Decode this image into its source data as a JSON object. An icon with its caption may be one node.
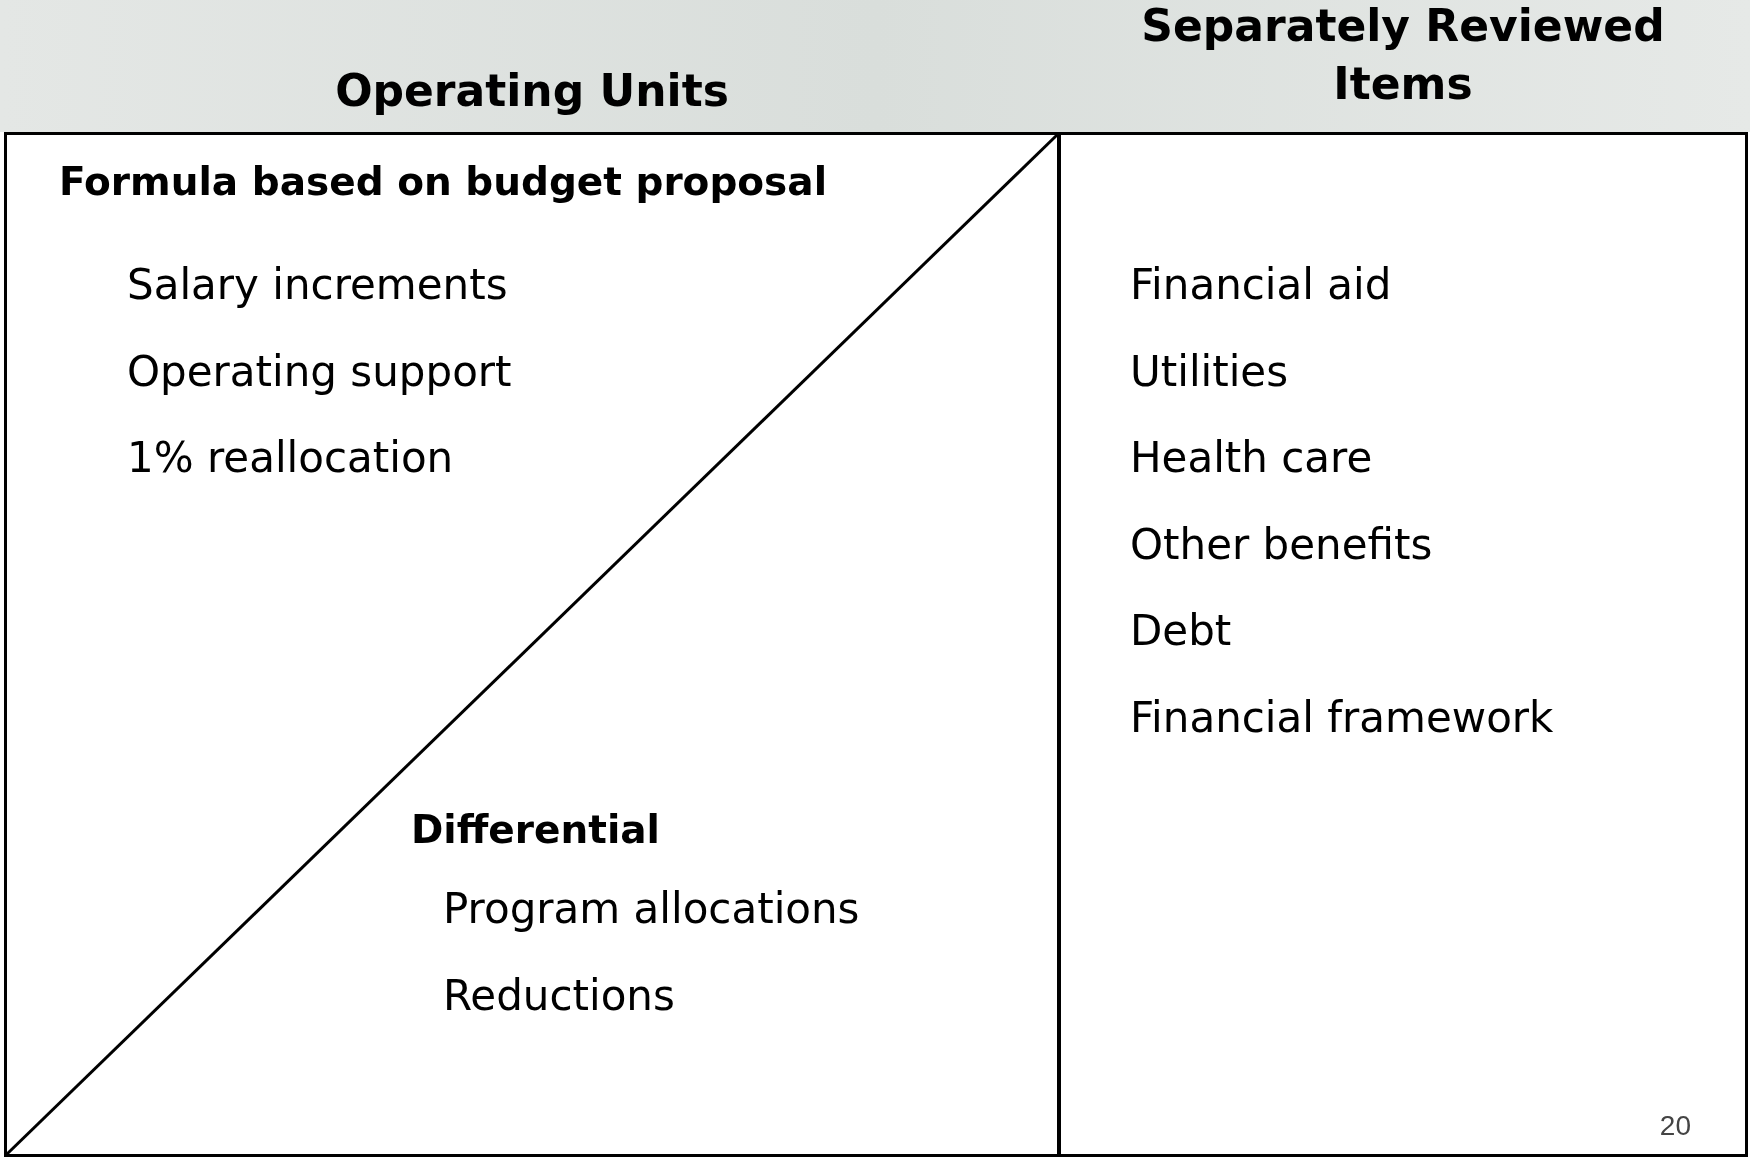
{
  "diagram": {
    "nodes": [
      {
        "text": [
          "Operating Units"
        ]
      },
      {
        "text": [
          "Formula based on budget proposal",
          "Salary increments",
          "Operating support",
          "1% reallocation"
        ],
        "in": 0
      },
      {
        "text": [
          "Differential",
          "Program allocations",
          "Reductions"
        ],
        "in": 0
      },
      {
        "text": [
          "Separately Reviewed Items",
          "Financial aid",
          "Utilities",
          "Health care",
          "Other benefits",
          "Debt",
          "Financial framework"
        ]
      }
    ],
    "labels": [
      "20"
    ]
  }
}
